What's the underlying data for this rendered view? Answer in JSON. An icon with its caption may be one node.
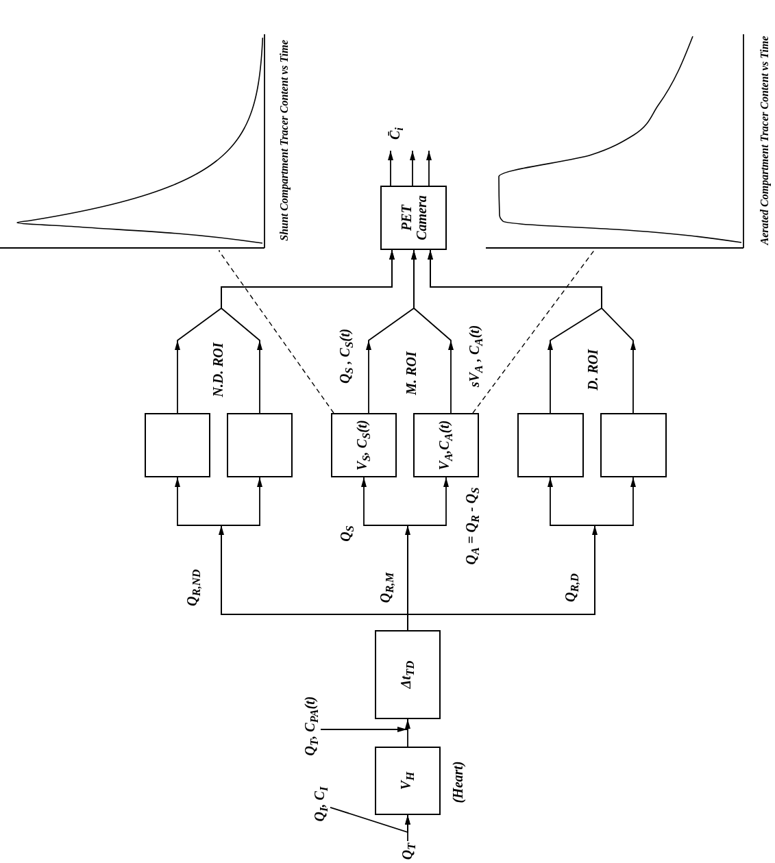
{
  "diagram": {
    "nodes": [
      {
        "text": [
          "Q$_{T}$"
        ]
      },
      {
        "text": [
          "Q$_{I}$, C$_{I}$"
        ]
      },
      {
        "text": [
          "V$_{H}$"
        ],
        "beside": [
          "(Heart)"
        ]
      },
      {
        "text": [
          "Q$_{T}$, C$_{PA}$(t)"
        ]
      },
      {
        "text": [
          "Δt$_{TD}$"
        ]
      },
      {
        "text": [],
        "shape": "box"
      },
      {
        "text": [],
        "shape": "box"
      },
      {
        "text": [
          "V$_{S}$, C$_{S}$(t)"
        ]
      },
      {
        "text": [
          "V$_{A}$,C$_{A}$(t)"
        ]
      },
      {
        "text": [],
        "shape": "box"
      },
      {
        "text": [],
        "shape": "box"
      },
      {
        "text": [
          "PET Camera"
        ]
      },
      {
        "text": [
          "C̄$_{i}$"
        ]
      },
      {
        "text": [
          "Shunt Compartment Tracer Content vs Time"
        ]
      },
      {
        "text": [
          "Aerated Compartment Tracer Content vs Time"
        ]
      }
    ],
    "edges": [
      {
        "from": 0,
        "to": 2,
        "arrow": "to"
      },
      {
        "from": 1,
        "to": 2,
        "arrow": "to"
      },
      {
        "from": 2,
        "to": 4,
        "arrow": "none"
      },
      {
        "from": 3,
        "to": 4,
        "arrow": "to"
      },
      {
        "from": 4,
        "to": 5,
        "arrow": "to",
        "label": "Q$_{R,ND}$"
      },
      {
        "from": 4,
        "to": 6,
        "arrow": "to"
      },
      {
        "from": 4,
        "to": 7,
        "arrow": "to",
        "label": "Q$_{S}$"
      },
      {
        "from": 4,
        "to": 8,
        "arrow": "to",
        "label": "Q$_{A}$ = Q$_{R}$ - Q$_{S}$"
      },
      {
        "from": 4,
        "to": 9,
        "arrow": "to",
        "label": "Q$_{R,D}$"
      },
      {
        "from": 4,
        "to": 10,
        "arrow": "to"
      },
      {
        "from": 5,
        "to": 11,
        "arrow": "to"
      },
      {
        "from": 6,
        "to": 11,
        "arrow": "to"
      },
      {
        "from": 7,
        "to": 11,
        "arrow": "to",
        "label": "Q$_{S}$ , C$_{S}$(t)"
      },
      {
        "from": 8,
        "to": 11,
        "arrow": "to",
        "label": "sV$_{A}$ , C$_{A}$(t)"
      },
      {
        "from": 9,
        "to": 11,
        "arrow": "to"
      },
      {
        "from": 10,
        "to": 11,
        "arrow": "to"
      },
      {
        "from": 11,
        "to": 12,
        "arrow": "to"
      },
      {
        "from": 11,
        "to": 12,
        "arrow": "to"
      },
      {
        "from": 11,
        "to": 12,
        "arrow": "to"
      },
      {
        "from": 7,
        "to": 13,
        "arrow": "none",
        "style": "dashed"
      },
      {
        "from": 8,
        "to": 14,
        "arrow": "none",
        "style": "dashed"
      }
    ],
    "labels": [
      "Q$_{R,M}$",
      "N.D. ROI",
      "M. ROI",
      "D. ROI"
    ]
  }
}
